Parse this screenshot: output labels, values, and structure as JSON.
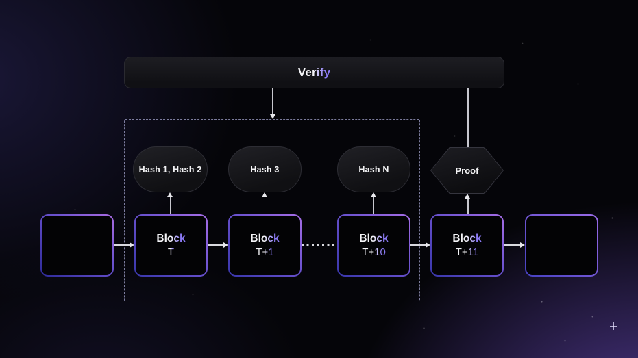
{
  "diagram": {
    "verify_label": "Verify",
    "hash_nodes": [
      {
        "label": "Hash 1, Hash 2"
      },
      {
        "label": "Hash 3"
      },
      {
        "label": "Hash N"
      }
    ],
    "proof_label": "Proof",
    "blocks": [
      {
        "title": "Block",
        "subtitle": "T"
      },
      {
        "title": "Block",
        "subtitle": "T+1"
      },
      {
        "title": "Block",
        "subtitle": "T+10"
      },
      {
        "title": "Block",
        "subtitle": "T+11"
      }
    ],
    "colors": {
      "background": "#050509",
      "accent_purple": "#8b7af5",
      "block_border_start": "#3d39ae",
      "block_border_end": "#a66ee6",
      "dashed_border": "#9292b8",
      "connector": "#d9d9df",
      "node_fill": "#17171b",
      "bar_fill": "#131316"
    }
  }
}
